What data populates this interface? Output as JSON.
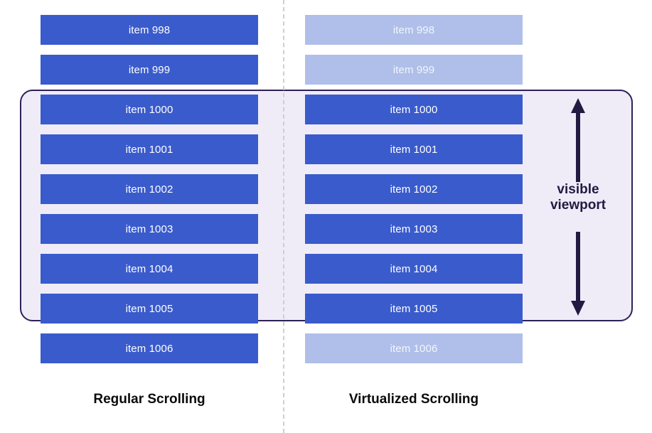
{
  "diagram": {
    "title": "Regular Scrolling vs Virtualized Scrolling",
    "colors": {
      "bar_solid": "#3a5bcc",
      "bar_faded": "#afbfe9",
      "viewport_fill": "#efecf8",
      "viewport_border": "#2e2159",
      "divider": "#cfcfcf",
      "caption_text": "#0b0b0b",
      "viewport_caption_text": "#231942"
    }
  },
  "columns": [
    {
      "id": "regular",
      "caption": "Regular Scrolling",
      "items": [
        {
          "label": "item 998",
          "state": "rendered",
          "in_viewport": false
        },
        {
          "label": "item 999",
          "state": "rendered",
          "in_viewport": false
        },
        {
          "label": "item 1000",
          "state": "rendered",
          "in_viewport": true
        },
        {
          "label": "item 1001",
          "state": "rendered",
          "in_viewport": true
        },
        {
          "label": "item 1002",
          "state": "rendered",
          "in_viewport": true
        },
        {
          "label": "item 1003",
          "state": "rendered",
          "in_viewport": true
        },
        {
          "label": "item 1004",
          "state": "rendered",
          "in_viewport": true
        },
        {
          "label": "item 1005",
          "state": "rendered",
          "in_viewport": true
        },
        {
          "label": "item 1006",
          "state": "rendered",
          "in_viewport": false
        }
      ]
    },
    {
      "id": "virtualized",
      "caption": "Virtualized Scrolling",
      "items": [
        {
          "label": "item 998",
          "state": "not-rendered",
          "in_viewport": false
        },
        {
          "label": "item 999",
          "state": "not-rendered",
          "in_viewport": false
        },
        {
          "label": "item 1000",
          "state": "rendered",
          "in_viewport": true
        },
        {
          "label": "item 1001",
          "state": "rendered",
          "in_viewport": true
        },
        {
          "label": "item 1002",
          "state": "rendered",
          "in_viewport": true
        },
        {
          "label": "item 1003",
          "state": "rendered",
          "in_viewport": true
        },
        {
          "label": "item 1004",
          "state": "rendered",
          "in_viewport": true
        },
        {
          "label": "item 1005",
          "state": "rendered",
          "in_viewport": true
        },
        {
          "label": "item 1006",
          "state": "not-rendered",
          "in_viewport": false
        }
      ]
    }
  ],
  "viewport": {
    "caption_line1": "visible",
    "caption_line2": "viewport",
    "arrow": "double-headed-vertical-arrow"
  }
}
